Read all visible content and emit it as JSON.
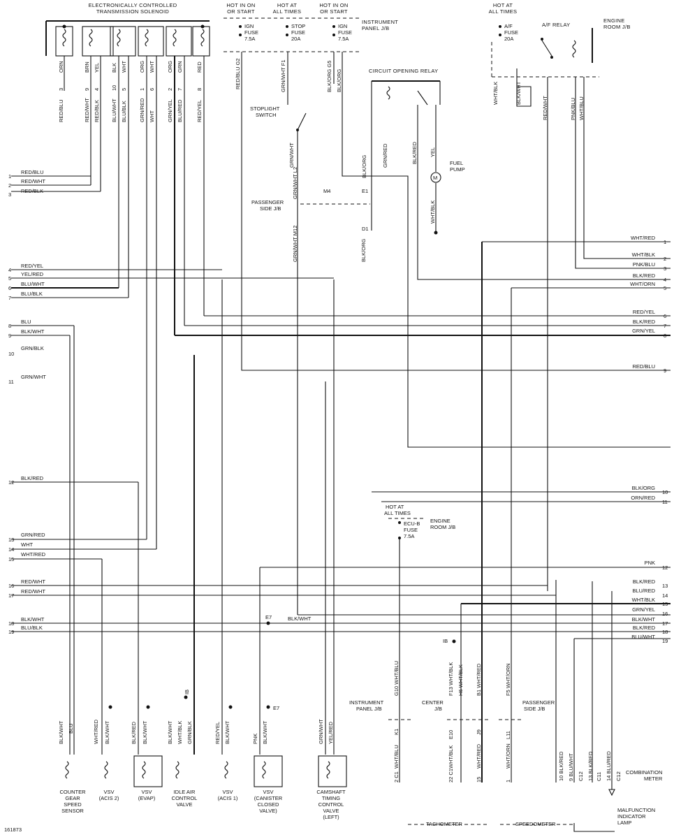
{
  "figure_id": "161873",
  "headers": {
    "solenoid": [
      "ELECTRONICALLY CONTROLLED",
      "TRANSMISSION SOLENOID"
    ],
    "hot_on_start_1": [
      "HOT IN ON",
      "OR START"
    ],
    "hot_all_times_1": [
      "HOT AT",
      "ALL TIMES"
    ],
    "hot_on_start_2": [
      "HOT IN ON",
      "OR START"
    ],
    "instrument_panel_jb": [
      "INSTRUMENT",
      "PANEL J/B"
    ],
    "hot_all_times_2": [
      "HOT AT",
      "ALL TIMES"
    ],
    "af_relay": "A/F RELAY",
    "engine_room_jb": [
      "ENGINE",
      "ROOM J/B"
    ],
    "circuit_opening_relay": "CIRCUIT OPENING RELAY",
    "fuse_ign": [
      "IGN",
      "FUSE",
      "7.5A"
    ],
    "fuse_stop": [
      "STOP",
      "FUSE",
      "20A"
    ],
    "fuse_ign2": [
      "IGN",
      "FUSE",
      "7.5A"
    ],
    "fuse_af": [
      "A/F",
      "FUSE",
      "20A"
    ],
    "stoplight_switch": [
      "STOPLIGHT",
      "SWITCH"
    ],
    "passenger_side_jb_top": [
      "PASSENGER",
      "SIDE J/B"
    ],
    "fuel_pump": [
      "FUEL",
      "PUMP"
    ],
    "hot_all_times_3": [
      "HOT AT",
      "ALL TIMES"
    ],
    "ecu_b_fuse": [
      "ECU-B",
      "FUSE",
      "7.5A"
    ],
    "engine_room_jb_2": [
      "ENGINE",
      "ROOM J/B"
    ]
  },
  "top_wires": [
    {
      "color": "ORN",
      "pin": "3",
      "below": "RED/BLU"
    },
    {
      "color": "BRN",
      "pin": "9",
      "below": "RED/WHT"
    },
    {
      "color": "YEL",
      "pin": "4",
      "below": "RED/BLK"
    },
    {
      "color": "BLK",
      "pin": "10",
      "below": "BLU/WHT"
    },
    {
      "color": "WHT",
      "pin": "5",
      "below": "BLU/BLK"
    },
    {
      "color": "ORG",
      "pin": "1",
      "below": "GRN/RED"
    },
    {
      "color": "WHT",
      "pin": "6",
      "below": "WHT"
    },
    {
      "color": "ORG",
      "pin": "2",
      "below": "GRN/YEL"
    },
    {
      "color": "GRN",
      "pin": "7",
      "below": "BLU/RED"
    },
    {
      "color": "RED",
      "pin": "8",
      "below": "RED/YEL"
    }
  ],
  "center_labels": {
    "red_blu_g2": "RED/BLU  G2",
    "grn_wht_f1": "GRN/WHT  F1",
    "blk_org_g5": "BLK/ORG  G5",
    "blk_org": "BLK/ORG",
    "grn_wht": "GRN/WHT",
    "grn_wht_l2": "GRN/WHT  L2",
    "passenger_side_jb": [
      "PASSENGER",
      "SIDE J/B"
    ],
    "m12": "GRN/WHT  M12",
    "blk_org_2": "BLK/ORG",
    "grn_red": "GRN/RED",
    "blk_red": "BLK/RED",
    "yel": "YEL",
    "wht_blk": "WHT/BLK",
    "blk_wht_relay": "BLK/WHT",
    "wht_blk_relay": "WHT/BLK",
    "red_wht_relay": "RED/WHT",
    "pnk_blu_relay": "PNK/BLU",
    "wht_blu_relay": "WHT/BLU",
    "e1": "E1",
    "d1": "D1",
    "m4": "M4",
    "ib": "IB",
    "m": "M",
    "e7": "E7",
    "blk_wht_e7": "BLK/WHT"
  },
  "left_terminals": [
    {
      "num": "1",
      "label": "RED/BLU"
    },
    {
      "num": "2",
      "label": "RED/WHT"
    },
    {
      "num": "3",
      "label": "RED/BLK"
    },
    {
      "num": "4",
      "label": "RED/YEL"
    },
    {
      "num": "5",
      "label": "YEL/RED"
    },
    {
      "num": "6",
      "label": "BLU/WHT"
    },
    {
      "num": "7",
      "label": "BLU/BLK"
    },
    {
      "num": "8",
      "label": "BLU"
    },
    {
      "num": "9",
      "label": "BLK/WHT"
    },
    {
      "num": "10",
      "label": "GRN/BLK"
    },
    {
      "num": "11",
      "label": "GRN/WHT"
    },
    {
      "num": "12",
      "label": "BLK/RED"
    },
    {
      "num": "13",
      "label": "GRN/RED"
    },
    {
      "num": "14",
      "label": "WHT"
    },
    {
      "num": "15",
      "label": "WHT/RED"
    },
    {
      "num": "16",
      "label": "RED/WHT"
    },
    {
      "num": "17",
      "label": "RED/WHT"
    },
    {
      "num": "18",
      "label": "BLK/WHT"
    },
    {
      "num": "19",
      "label": "BLU/BLK"
    }
  ],
  "right_terminals": [
    {
      "num": "1",
      "label": "WHT/RED"
    },
    {
      "num": "2",
      "label": "WHT/BLK"
    },
    {
      "num": "3",
      "label": "PNK/BLU"
    },
    {
      "num": "4",
      "label": "BLK/RED"
    },
    {
      "num": "5",
      "label": "WHT/ORN"
    },
    {
      "num": "6",
      "label": "RED/YEL"
    },
    {
      "num": "7",
      "label": "BLK/RED"
    },
    {
      "num": "8",
      "label": "GRN/YEL"
    },
    {
      "num": "9",
      "label": "RED/BLU"
    },
    {
      "num": "10",
      "label": "BLK/ORG"
    },
    {
      "num": "11",
      "label": "ORN/RED"
    },
    {
      "num": "12",
      "label": "PNK"
    },
    {
      "num": "13",
      "label": "BLK/RED"
    },
    {
      "num": "14",
      "label": "BLU/RED"
    },
    {
      "num": "15",
      "label": "WHT/BLK"
    },
    {
      "num": "16",
      "label": "GRN/YEL"
    },
    {
      "num": "17",
      "label": "BLK/WHT"
    },
    {
      "num": "18",
      "label": "BLK/RED"
    },
    {
      "num": "19",
      "label": "BLU/WHT"
    }
  ],
  "bottom_components": [
    {
      "wires": [
        "BLK/WHT",
        "BLU"
      ],
      "name": [
        "COUNTER",
        "GEAR",
        "SPEED",
        "SENSOR"
      ]
    },
    {
      "wires": [
        "WHT/RED",
        "BLK/WHT"
      ],
      "name": [
        "VSV",
        "(ACIS 2)"
      ]
    },
    {
      "wires": [
        "BLK/RED",
        "BLK/WHT"
      ],
      "name": [
        "VSV",
        "(EVAP)"
      ]
    },
    {
      "wires": [
        "BLK/WHT",
        "WHT/BLK",
        "GRN/BLK"
      ],
      "name": [
        "IDLE AIR",
        "CONTROL",
        "VALVE"
      ]
    },
    {
      "wires": [
        "RED/YEL",
        "BLK/WHT"
      ],
      "name": [
        "VSV",
        "(ACIS 1)"
      ]
    },
    {
      "wires": [
        "PNK",
        "BLK/WHT"
      ],
      "name": [
        "VSV",
        "(CANISTER",
        "CLOSED",
        "VALVE)"
      ]
    },
    {
      "wires": [
        "GRN/WHT",
        "YEL/RED"
      ],
      "name": [
        "CAMSHAFT",
        "TIMING",
        "CONTROL",
        "VALVE",
        "(LEFT)"
      ]
    }
  ],
  "lower_right": {
    "instrument_panel_jb": [
      "INSTRUMENT",
      "PANEL J/B"
    ],
    "center_jb": [
      "CENTER",
      "J/B"
    ],
    "passenger_side_jb": [
      "PASSENGER",
      "SIDE J/B"
    ],
    "g10": "G10  WHT/BLU",
    "f13": "F13  WHT/BLK",
    "h6": "H6  WHT/BLK",
    "b1": "B1  WHT/RED",
    "f5": "F5  WHT/ORN",
    "k1": "K1",
    "e10": "E10",
    "j9": "J9",
    "l11": "L11",
    "wht_blu": "WHT/BLU",
    "wht_blk": "WHT/BLK",
    "wht_red": "WHT/RED",
    "wht_orn": "WHT/ORN",
    "c1_2": "2  C1",
    "c1_22": "22  C1",
    "c1_15": "15",
    "c1_1": "1",
    "c12_10": "10  BLK/RED",
    "c12_9": "9  BLU/WHT",
    "c12_13": "13  BLK/RED",
    "c12_14": "14  BLU/RED",
    "c12": "C12",
    "c11": "C11",
    "combination_meter": [
      "COMBINATION",
      "METER"
    ],
    "malfunction_lamp": [
      "MALFUNCTION",
      "INDICATOR",
      "LAMP"
    ],
    "tachometer": "TACHOMETER",
    "speedometer": "SPEEDOMETER"
  }
}
